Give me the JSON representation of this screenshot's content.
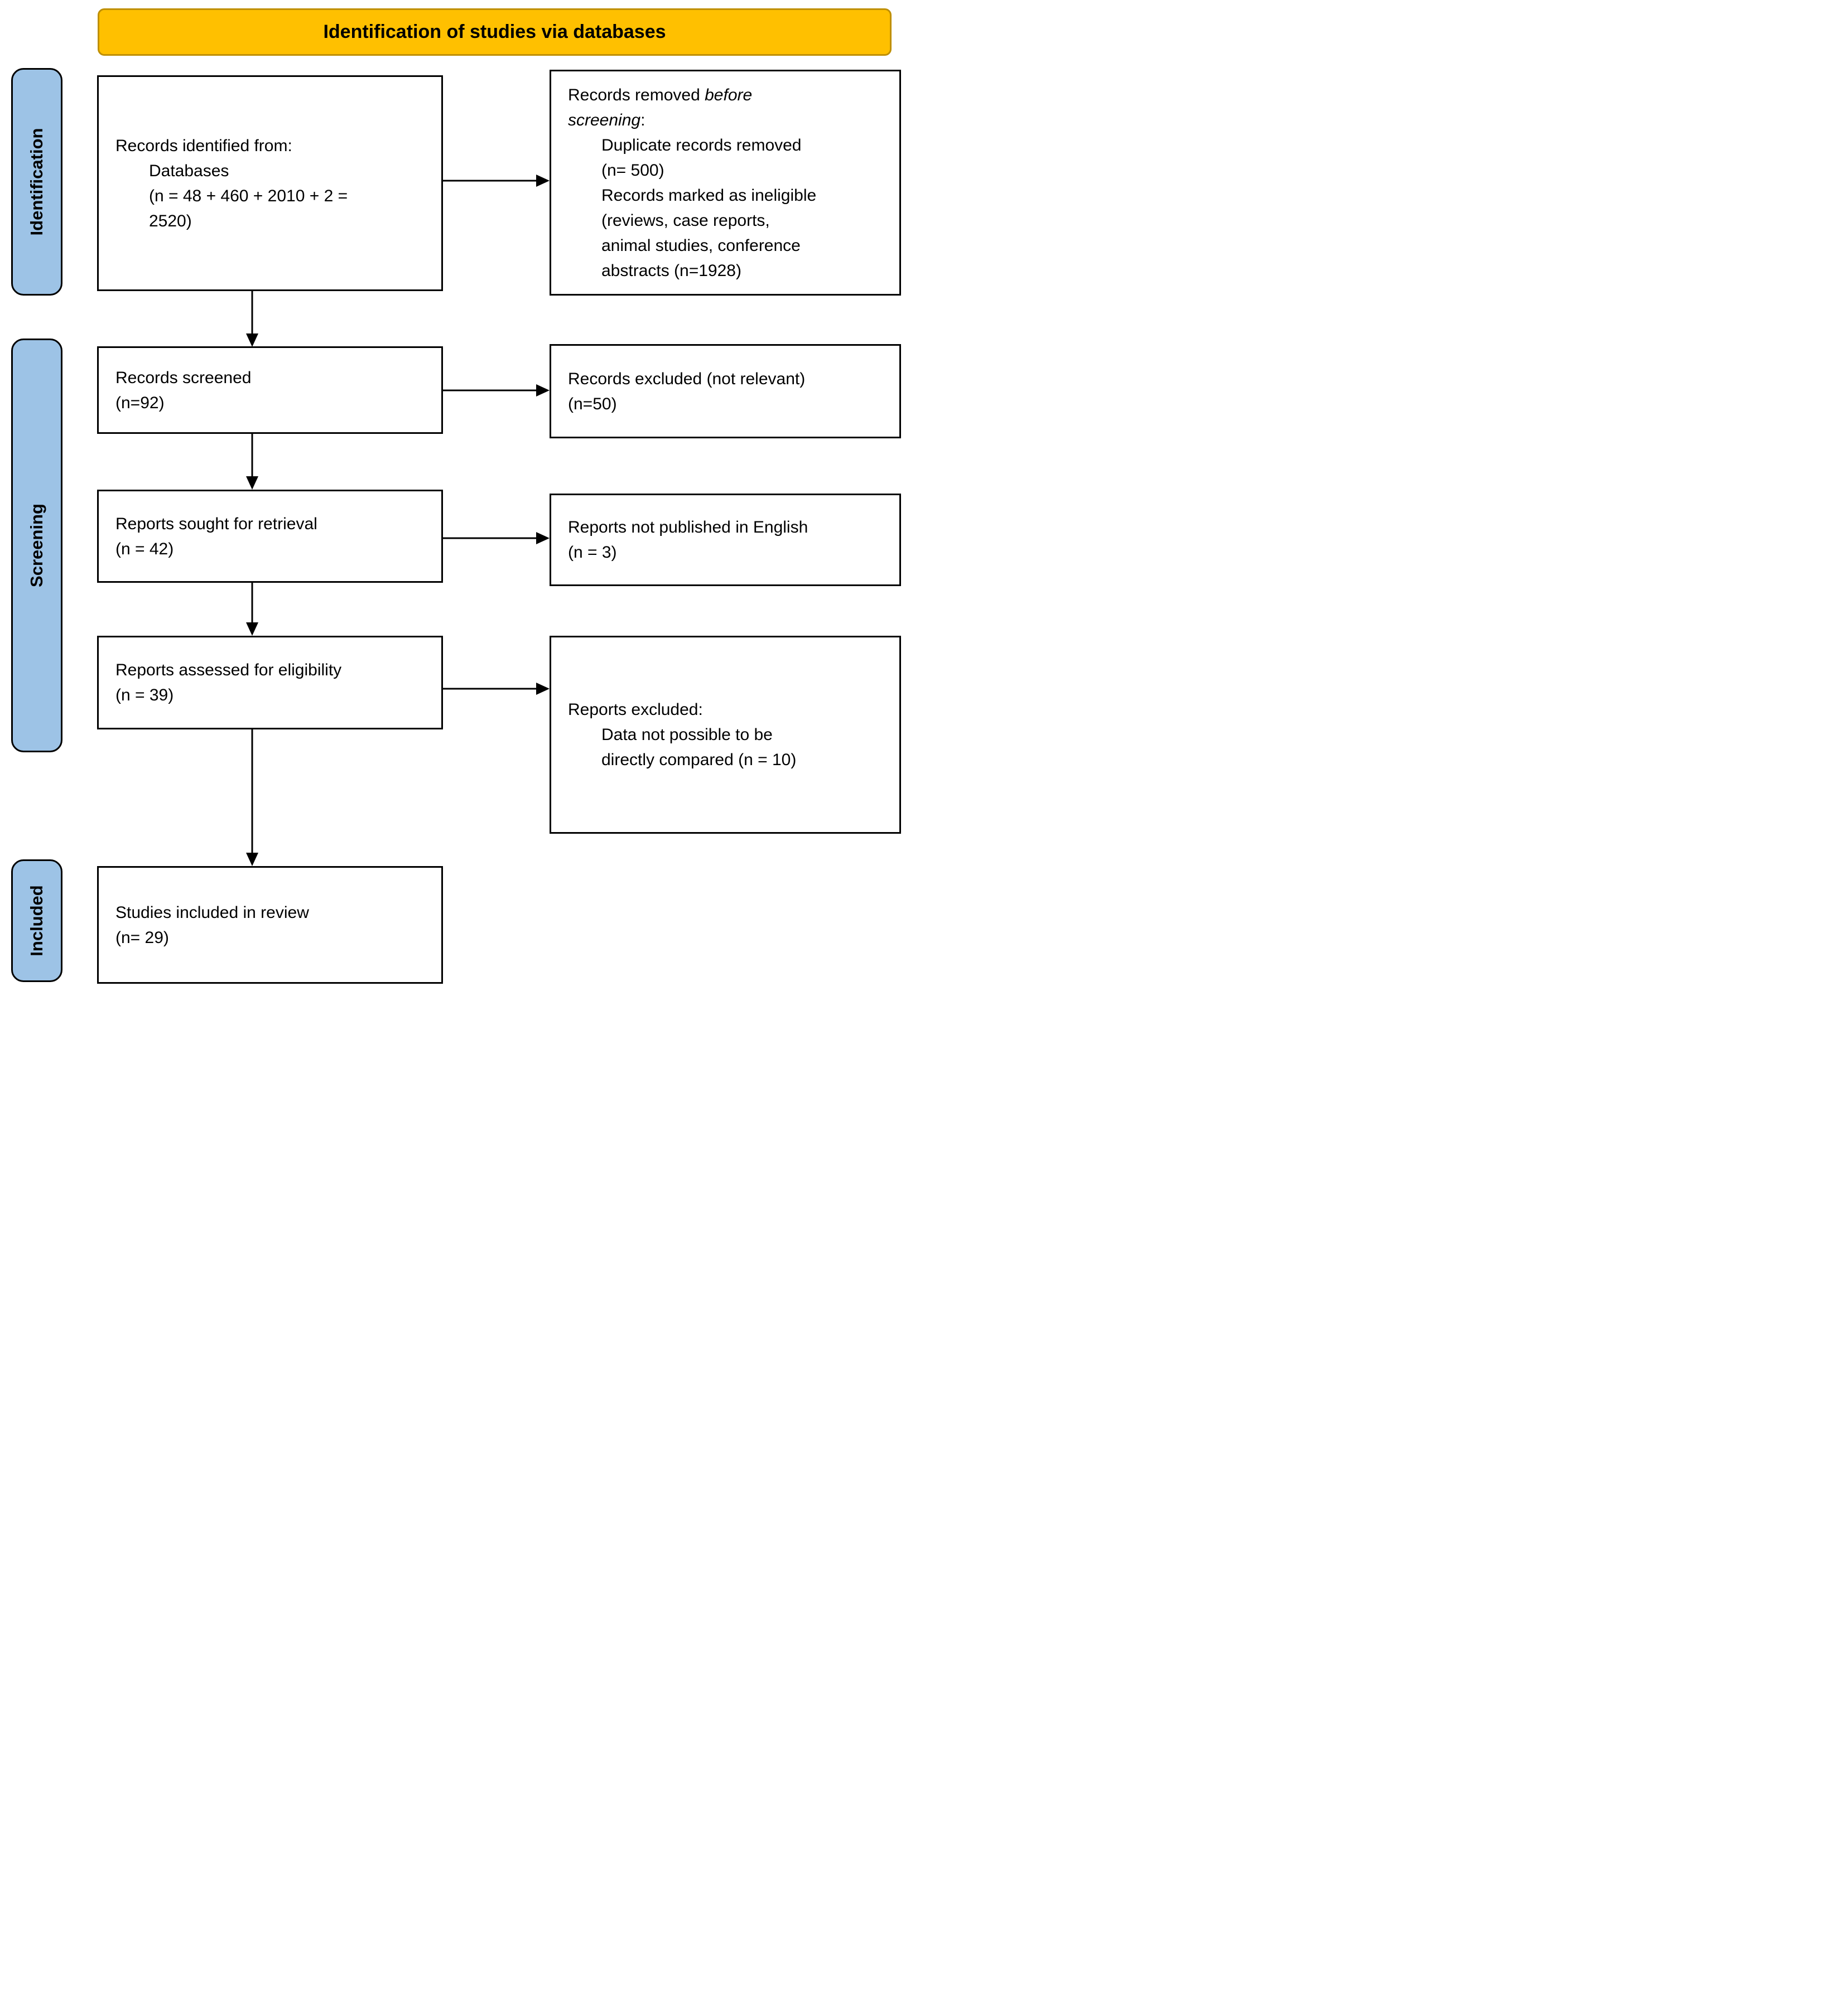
{
  "banner": {
    "title": "Identification of studies via databases"
  },
  "stages": [
    {
      "label": "Identification"
    },
    {
      "label": "Screening"
    },
    {
      "label": "Included"
    }
  ],
  "boxes": {
    "identified": {
      "line1": "Records identified from:",
      "line2": "Databases",
      "line3": "(n = 48 + 460 + 2010 + 2 = 2520)"
    },
    "removed": {
      "line1_pre": "Records removed ",
      "line1_italic": "before screening",
      "line1_post": ":",
      "line2": "Duplicate records removed (n= 500)",
      "line3": "Records marked as ineligible (reviews, case reports, animal studies, conference abstracts (n=1928)"
    },
    "screened": {
      "line1": "Records screened",
      "line2": "(n=92)"
    },
    "excluded_not_relevant": {
      "line1": "Records excluded (not relevant)",
      "line2": "(n=50)"
    },
    "sought": {
      "line1": "Reports sought for retrieval",
      "line2": "(n = 42)"
    },
    "not_english": {
      "line1": "Reports not published in English",
      "line2": "(n = 3)"
    },
    "assessed": {
      "line1": "Reports assessed for eligibility",
      "line2": "(n = 39)"
    },
    "reports_excluded": {
      "line1": "Reports excluded:",
      "line2": "Data not possible to be directly compared (n = 10)"
    },
    "included_review": {
      "line1": "Studies included in review",
      "line2": "(n= 29)"
    }
  },
  "colors": {
    "banner_fill": "#FFC000",
    "banner_border": "#BF8F00",
    "stage_fill": "#9DC3E6",
    "box_border": "#000000",
    "arrow": "#000000"
  }
}
